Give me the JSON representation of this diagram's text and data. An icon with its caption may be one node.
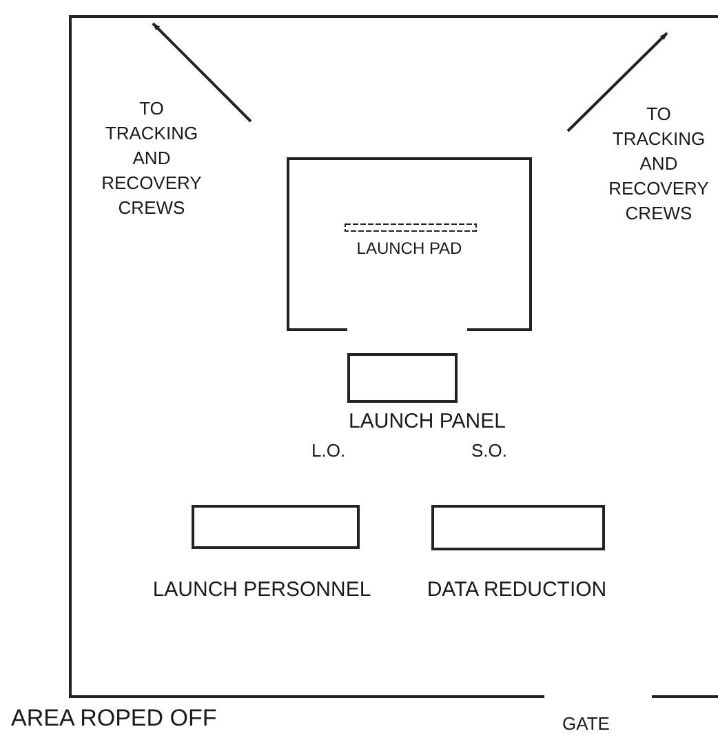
{
  "diagram": {
    "nodes": [
      {
        "text": [
          "LAUNCH PAD"
        ]
      },
      {
        "text": [
          "LAUNCH PANEL"
        ],
        "beside": [
          "L.O.",
          "S.O."
        ]
      },
      {
        "text": [
          "LAUNCH PERSONNEL"
        ]
      },
      {
        "text": [
          "DATA REDUCTION"
        ]
      },
      {
        "text": [
          "TO TRACKING AND RECOVERY CREWS"
        ]
      },
      {
        "text": [
          "TO TRACKING AND RECOVERY CREWS"
        ]
      }
    ],
    "edges": [
      {
        "from": 4,
        "to": null,
        "arrow": "to"
      },
      {
        "from": 5,
        "to": null,
        "arrow": "to"
      }
    ],
    "labels": [
      "AREA ROPED OFF",
      "GATE"
    ]
  }
}
